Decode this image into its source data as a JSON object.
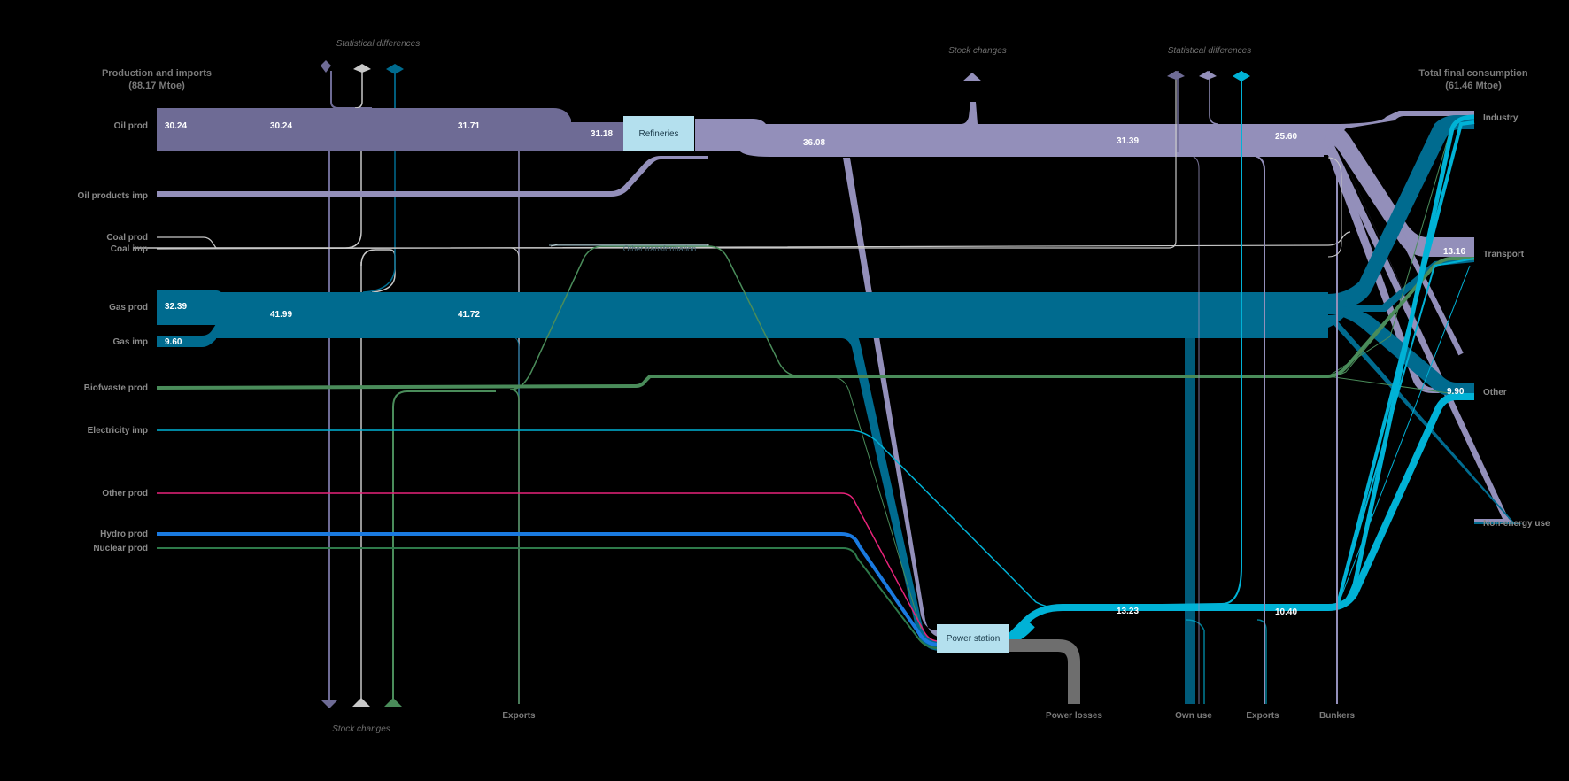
{
  "headers": {
    "production": "Production and imports",
    "production_total": "(88.17 Mtoe)",
    "consumption": "Total final consumption",
    "consumption_total": "(61.46 Mtoe)"
  },
  "top_labels": {
    "stat_diff_left": "Statistical differences",
    "stock_changes_top": "Stock  changes",
    "stat_diff_right": "Statistical differences"
  },
  "sources": {
    "oil_prod": "Oil prod",
    "oil_products_imp": "Oil products imp",
    "coal_prod": "Coal prod",
    "coal_imp": "Coal imp",
    "gas_prod": "Gas prod",
    "gas_imp": "Gas imp",
    "biowaste_prod": "Biofwaste prod",
    "electricity_imp": "Electricity imp",
    "other_prod": "Other prod",
    "hydro_prod": "Hydro prod",
    "nuclear_prod": "Nuclear prod"
  },
  "nodes": {
    "refineries": "Refineries",
    "power_station": "Power station",
    "other_transformation": "Other transformation"
  },
  "sinks": {
    "industry": "Industry",
    "transport": "Transport",
    "other": "Other",
    "non_energy_use": "Non-energy use"
  },
  "bottom_labels": {
    "stock_changes": "Stock changes",
    "exports_left": "Exports",
    "power_losses": "Power losses",
    "own_use": "Own use",
    "exports_right": "Exports",
    "bunkers": "Bunkers"
  },
  "values": {
    "oil_a": "30.24",
    "oil_b": "30.24",
    "oil_c": "31.71",
    "oil_d": "31.18",
    "oil_e": "36.08",
    "oil_f": "31.39",
    "oil_g": "25.60",
    "gas_prod": "32.39",
    "gas_imp": "9.60",
    "gas_a": "41.99",
    "gas_b": "41.72",
    "elec_a": "13.23",
    "elec_b": "10.40",
    "transport": "13.16",
    "other": "9.90"
  },
  "colors": {
    "oil_dark": "#6e6b95",
    "oil_light": "#938fba",
    "coal": "#c8c8c8",
    "gas": "#006b8f",
    "bio": "#4a8c5a",
    "electricity": "#00b2d6",
    "other_src": "#e8237a",
    "hydro": "#1a7ae0",
    "nuclear": "#2e7a4a",
    "node_box": "#b4e0ee",
    "power_losses": "#6e6e6e"
  }
}
